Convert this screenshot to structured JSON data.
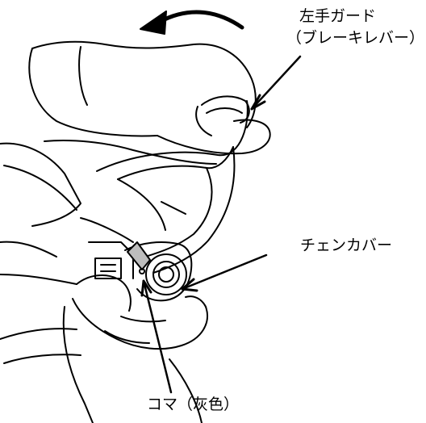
{
  "labels": {
    "left_hand_guard": "左手ガード",
    "brake_lever": "（ブレーキレバー）",
    "chain_cover": "チェンカバー",
    "koma": "コマ（灰色）"
  },
  "colors": {
    "line": "#000000",
    "background": "#ffffff",
    "koma_fill": "#bdbdbd"
  }
}
